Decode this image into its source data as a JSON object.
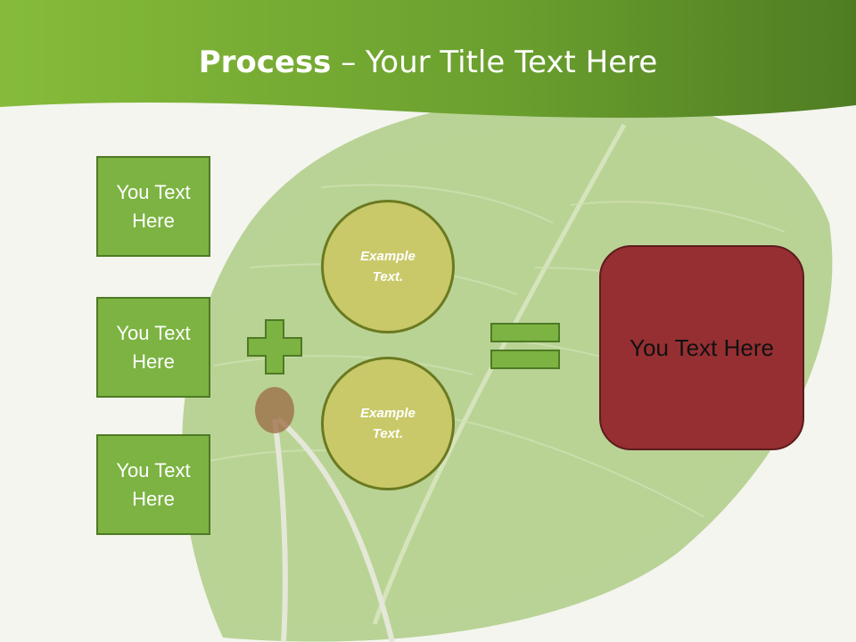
{
  "title": {
    "bold": "Process",
    "rest": " – Your Title Text Here"
  },
  "left_boxes": [
    {
      "label": "You Text Here"
    },
    {
      "label": "You Text Here"
    },
    {
      "label": "You Text Here"
    }
  ],
  "circles": [
    {
      "label": "Example Text."
    },
    {
      "label": "Example Text."
    }
  ],
  "operators": {
    "plus": "plus-icon",
    "equals": "equals-icon"
  },
  "result": {
    "label": "You Text Here"
  },
  "colors": {
    "header_green": "#6aa032",
    "box_green": "#7cb342",
    "circle_olive": "#c9c96a",
    "result_red": "#962f32"
  }
}
